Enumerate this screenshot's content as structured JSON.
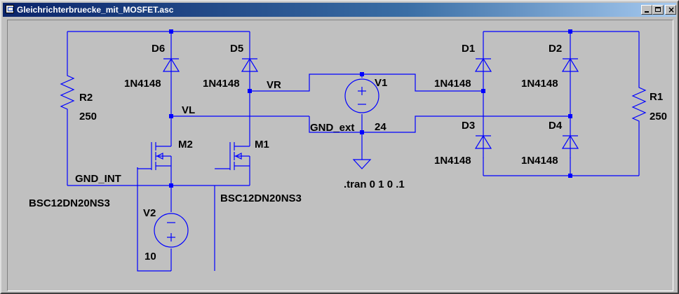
{
  "window": {
    "title": "Gleichrichterbruecke_mit_MOSFET.asc",
    "min_icon": "minimize-icon",
    "max_icon": "maximize-icon",
    "close_icon": "close-icon"
  },
  "colors": {
    "wire": "#0000ff",
    "component": "#0000ff",
    "text": "#000000",
    "background": "#c0c0c0"
  },
  "schematic": {
    "components": {
      "D6": {
        "ref": "D6",
        "value": "1N4148"
      },
      "D5": {
        "ref": "D5",
        "value": "1N4148"
      },
      "D1": {
        "ref": "D1",
        "value": "1N4148"
      },
      "D2": {
        "ref": "D2",
        "value": "1N4148"
      },
      "D3": {
        "ref": "D3",
        "value": "1N4148"
      },
      "D4": {
        "ref": "D4",
        "value": "1N4148"
      },
      "R2": {
        "ref": "R2",
        "value": "250"
      },
      "R1": {
        "ref": "R1",
        "value": "250"
      },
      "V1": {
        "ref": "V1",
        "value": "24"
      },
      "V2": {
        "ref": "V2",
        "value": "10"
      },
      "M2": {
        "ref": "M2",
        "value": "BSC12DN20NS3"
      },
      "M1": {
        "ref": "M1",
        "value": "BSC12DN20NS3"
      }
    },
    "nets": {
      "vr": "VR",
      "vl": "VL",
      "gnd_ext": "GND_ext",
      "gnd_int": "GND_INT"
    },
    "directive": ".tran 0 1 0 .1"
  }
}
